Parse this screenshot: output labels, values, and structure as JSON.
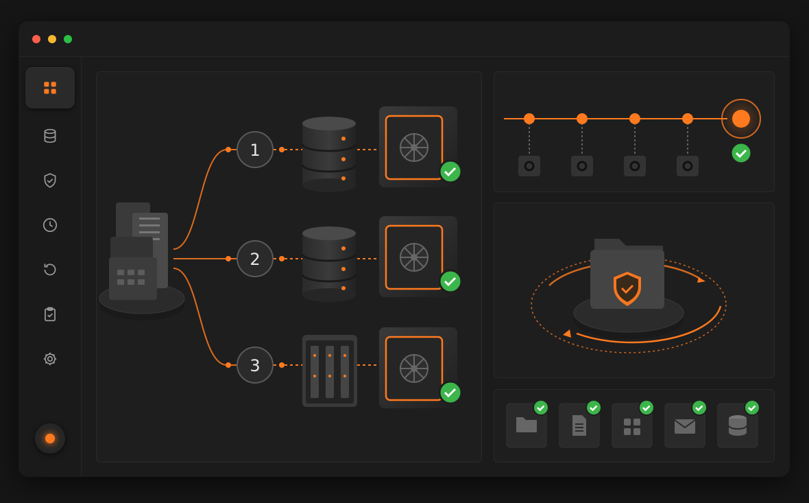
{
  "window": {
    "controls": [
      {
        "name": "close-dot",
        "color": "#ff5f4f"
      },
      {
        "name": "minimize-dot",
        "color": "#f5b731"
      },
      {
        "name": "maximize-dot",
        "color": "#2bbf45"
      }
    ]
  },
  "sidebar": {
    "items": [
      {
        "icon": "grid-icon",
        "active": true
      },
      {
        "icon": "database-icon",
        "active": false
      },
      {
        "icon": "shield-check-icon",
        "active": false
      },
      {
        "icon": "clock-icon",
        "active": false
      },
      {
        "icon": "restore-icon",
        "active": false
      },
      {
        "icon": "clipboard-check-icon",
        "active": false
      },
      {
        "icon": "gear-icon",
        "active": false
      }
    ],
    "status_color": "#ff7a1f"
  },
  "pipeline": {
    "routes": [
      {
        "number": "1",
        "storage": "database-stack-icon",
        "vault": "vault-icon",
        "verified": true
      },
      {
        "number": "2",
        "storage": "database-stack-icon",
        "vault": "vault-icon",
        "verified": true
      },
      {
        "number": "3",
        "storage": "server-rack-icon",
        "vault": "vault-icon",
        "verified": true
      }
    ],
    "source": "source-files-icon"
  },
  "timeline": {
    "points": 4,
    "final_verified": true
  },
  "protection": {
    "icon": "shielded-folder-icon"
  },
  "file_types": [
    {
      "icon": "folder-icon",
      "verified": true
    },
    {
      "icon": "document-icon",
      "verified": true
    },
    {
      "icon": "apps-icon",
      "verified": true
    },
    {
      "icon": "mail-icon",
      "verified": true
    },
    {
      "icon": "database-icon",
      "verified": true
    }
  ],
  "colors": {
    "accent": "#ff7a1f",
    "success": "#3cb54a",
    "background": "#161616",
    "panel": "#1e1e1e"
  }
}
